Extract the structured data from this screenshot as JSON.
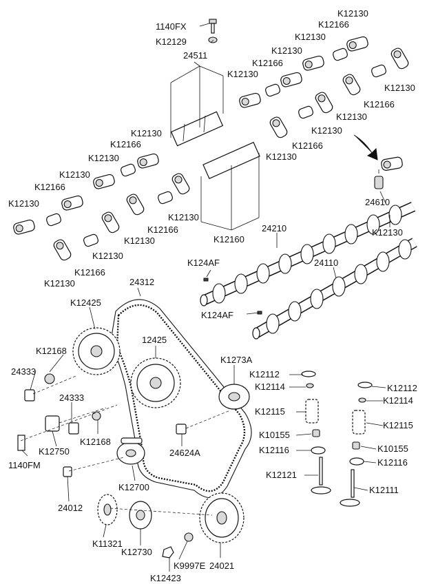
{
  "labels": {
    "l1140fx": "1140FX",
    "l12129": "K12129",
    "l24511": "24511",
    "k12130": "K12130",
    "k12166": "K12166",
    "k12160": "K12160",
    "k24610": "24610",
    "k24210": "24210",
    "k24110": "24110",
    "k124af": "K124AF",
    "k24312": "24312",
    "k12425": "K12425",
    "n12425": "12425",
    "k12168": "K12168",
    "n24333": "24333",
    "k12750": "K12750",
    "n1140fm": "1140FM",
    "k1273a": "K1273A",
    "k12112": "K12112",
    "k12114": "K12114",
    "k12115": "K12115",
    "k10155": "K10155",
    "k12116": "K12116",
    "k12121": "K12121",
    "k12111": "K12111",
    "n24624a": "24624A",
    "k12700": "K12700",
    "n24012": "24012",
    "k11321": "K11321",
    "k12730": "K12730",
    "k9997e": "K9997E",
    "k12423": "K12423",
    "n24021": "24021"
  }
}
